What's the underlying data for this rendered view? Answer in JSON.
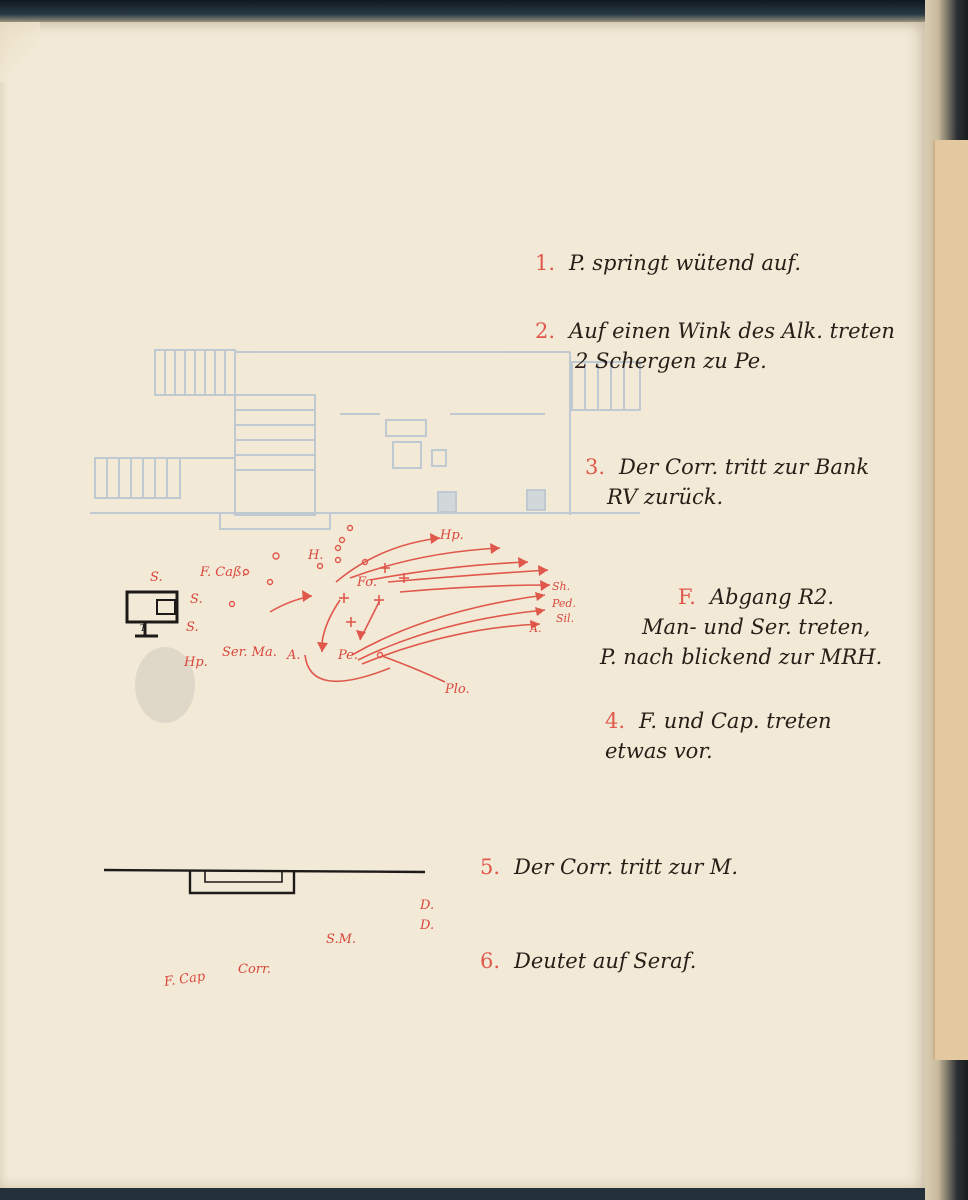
{
  "notes": [
    {
      "num": "1.",
      "lines": [
        "P. springt wütend auf."
      ]
    },
    {
      "num": "2.",
      "lines": [
        "Auf einen Wink des Alk. treten",
        "2 Schergen zu Pe."
      ]
    },
    {
      "num": "3.",
      "lines": [
        "Der Corr. tritt zur Bank",
        "RV zurück."
      ]
    },
    {
      "num": "F.",
      "lines": [
        "Abgang R2.",
        "Man- und Ser. treten,",
        "P. nach blickend zur MRH."
      ]
    },
    {
      "num": "4.",
      "lines": [
        "F. und Cap. treten",
        "etwas vor."
      ]
    },
    {
      "num": "5.",
      "lines": [
        "Der Corr. tritt zur M."
      ]
    },
    {
      "num": "6.",
      "lines": [
        "Deutet auf Seraf."
      ]
    }
  ],
  "diagram_labels": {
    "hp_top": "Hp.",
    "h": "H.",
    "fo": "Fo.",
    "fcap": "F. Caß.",
    "s1": "S.",
    "s2": "S.",
    "s3": "S.",
    "sh": "Sh.",
    "ped": "Ped.",
    "sil": "Sil.",
    "a_right": "A.",
    "hp_left": "Hp.",
    "serma": "Ser. Ma.",
    "a_left": "A.",
    "pe": "Pe.",
    "plo": "Plo.",
    "t": "T",
    "bottom_d1": "D.",
    "bottom_d2": "D.",
    "bottom_sm": "S.M.",
    "bottom_fcap": "F. Cap",
    "bottom_corr": "Corr."
  },
  "colors": {
    "paper": "#f2ead7",
    "ink_red": "#e0584c",
    "ink_black": "#2a1d17",
    "plan_blue": "#9fb3c8"
  }
}
